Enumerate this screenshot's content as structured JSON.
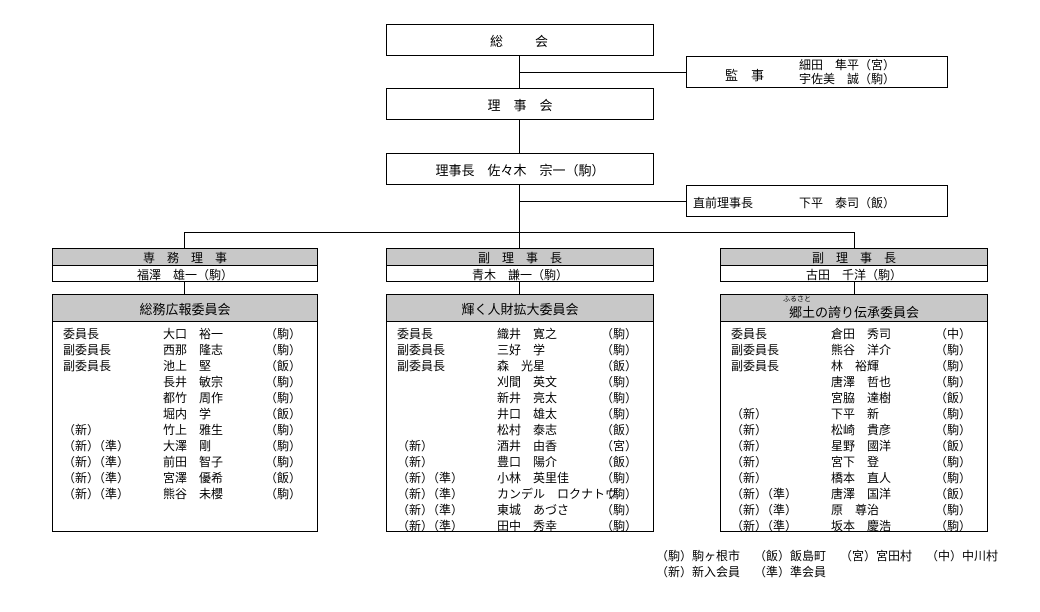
{
  "top": {
    "general_meeting": "総　　会",
    "auditor_title": "監　事",
    "auditors": [
      "細田　隼平（宮）",
      "宇佐美　誠（駒）"
    ],
    "board": "理　事　会",
    "chairman": "理事長　佐々木　宗一（駒）",
    "past_chair_title": "直前理事長",
    "past_chair_name": "下平　泰司（飯）"
  },
  "officers": [
    {
      "title": "専　務　理　事",
      "name": "福澤　雄一（駒）"
    },
    {
      "title": "副　理　事　長",
      "name": "青木　謙一（駒）"
    },
    {
      "title": "副　理　事　長",
      "name": "古田　千洋（駒）"
    }
  ],
  "committees": [
    {
      "title": "総務広報委員会",
      "ruby": "",
      "members": [
        {
          "role": "委員長",
          "name": "大口　裕一",
          "area": "（駒）"
        },
        {
          "role": "副委員長",
          "name": "西那　隆志",
          "area": "（駒）"
        },
        {
          "role": "副委員長",
          "name": "池上　堅",
          "area": "（飯）"
        },
        {
          "role": "",
          "name": "長井　敏宗",
          "area": "（駒）"
        },
        {
          "role": "",
          "name": "都竹　周作",
          "area": "（駒）"
        },
        {
          "role": "",
          "name": "堀内　学",
          "area": "（飯）"
        },
        {
          "role": "（新）",
          "name": "竹上　雅生",
          "area": "（駒）"
        },
        {
          "role": "（新）（準）",
          "name": "大澤　剛",
          "area": "（駒）"
        },
        {
          "role": "（新）（準）",
          "name": "前田　智子",
          "area": "（駒）"
        },
        {
          "role": "（新）（準）",
          "name": "宮澤　優希",
          "area": "（飯）"
        },
        {
          "role": "（新）（準）",
          "name": "熊谷　未櫻",
          "area": "（駒）"
        }
      ]
    },
    {
      "title": "輝く人財拡大委員会",
      "ruby": "",
      "members": [
        {
          "role": "委員長",
          "name": "織井　寛之",
          "area": "（駒）"
        },
        {
          "role": "副委員長",
          "name": "三好　学",
          "area": "（駒）"
        },
        {
          "role": "副委員長",
          "name": "森　光星",
          "area": "（飯）"
        },
        {
          "role": "",
          "name": "刈間　英文",
          "area": "（駒）"
        },
        {
          "role": "",
          "name": "新井　亮太",
          "area": "（駒）"
        },
        {
          "role": "",
          "name": "井口　雄太",
          "area": "（駒）"
        },
        {
          "role": "",
          "name": "松村　泰志",
          "area": "（飯）"
        },
        {
          "role": "（新）",
          "name": "酒井　由香",
          "area": "（宮）"
        },
        {
          "role": "（新）",
          "name": "豊口　陽介",
          "area": "（飯）"
        },
        {
          "role": "（新）（準）",
          "name": "小林　英里佳",
          "area": "（駒）"
        },
        {
          "role": "（新）（準）",
          "name": "カンデル　ロクナトウ",
          "area": "（駒）"
        },
        {
          "role": "（新）（準）",
          "name": "東城　あづさ",
          "area": "（駒）"
        },
        {
          "role": "（新）（準）",
          "name": "田中　秀幸",
          "area": "（駒）"
        }
      ]
    },
    {
      "title": "郷土の誇り伝承委員会",
      "ruby": "ふるさと",
      "members": [
        {
          "role": "委員長",
          "name": "倉田　秀司",
          "area": "（中）"
        },
        {
          "role": "副委員長",
          "name": "熊谷　洋介",
          "area": "（駒）"
        },
        {
          "role": "副委員長",
          "name": "林　裕輝",
          "area": "（駒）"
        },
        {
          "role": "",
          "name": "唐澤　哲也",
          "area": "（駒）"
        },
        {
          "role": "",
          "name": "宮脇　達樹",
          "area": "（飯）"
        },
        {
          "role": "（新）",
          "name": "下平　新",
          "area": "（駒）"
        },
        {
          "role": "（新）",
          "name": "松崎　貴彦",
          "area": "（駒）"
        },
        {
          "role": "（新）",
          "name": "星野　國洋",
          "area": "（飯）"
        },
        {
          "role": "（新）",
          "name": "宮下　登",
          "area": "（駒）"
        },
        {
          "role": "（新）",
          "name": "橋本　直人",
          "area": "（駒）"
        },
        {
          "role": "（新）（準）",
          "name": "唐澤　国洋",
          "area": "（飯）"
        },
        {
          "role": "（新）（準）",
          "name": "原　尊治",
          "area": "（駒）"
        },
        {
          "role": "（新）（準）",
          "name": "坂本　慶浩",
          "area": "（駒）"
        }
      ]
    }
  ],
  "legend": {
    "line1": [
      "（駒）駒ヶ根市",
      "（飯）飯島町",
      "（宮）宮田村",
      "（中）中川村"
    ],
    "line2": [
      "（新）新入会員",
      "（準）準会員"
    ]
  }
}
